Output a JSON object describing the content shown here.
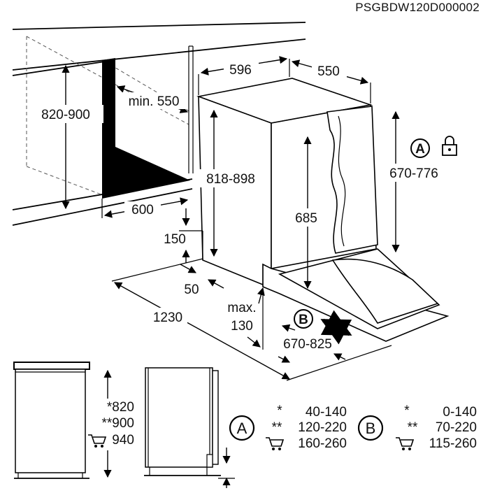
{
  "code": "PSGBDW120D000002",
  "top": {
    "niche_height": "820-900",
    "min_depth": "min. 550",
    "width_600": "600",
    "appliance_width": "596",
    "appliance_depth": "550",
    "appliance_height": "818-898",
    "door_height": "685",
    "panel_height": "670-776",
    "plinth": "150",
    "gap_50": "50",
    "total_1230": "1230",
    "max_label": "max.",
    "max_value": "130",
    "door_open": "670-825",
    "marker_a": "A",
    "marker_b": "B"
  },
  "bottom": {
    "h1": "*820",
    "h2": "**900",
    "h3": "940",
    "a_rows": [
      {
        "mark": "*",
        "range": "40-140"
      },
      {
        "mark": "**",
        "range": "120-220"
      },
      {
        "mark": "",
        "range": "160-260"
      }
    ],
    "b_rows": [
      {
        "mark": "*",
        "range": "0-140"
      },
      {
        "mark": "**",
        "range": "70-220"
      },
      {
        "mark": "",
        "range": "115-260"
      }
    ],
    "marker_a": "A",
    "marker_b": "B"
  }
}
